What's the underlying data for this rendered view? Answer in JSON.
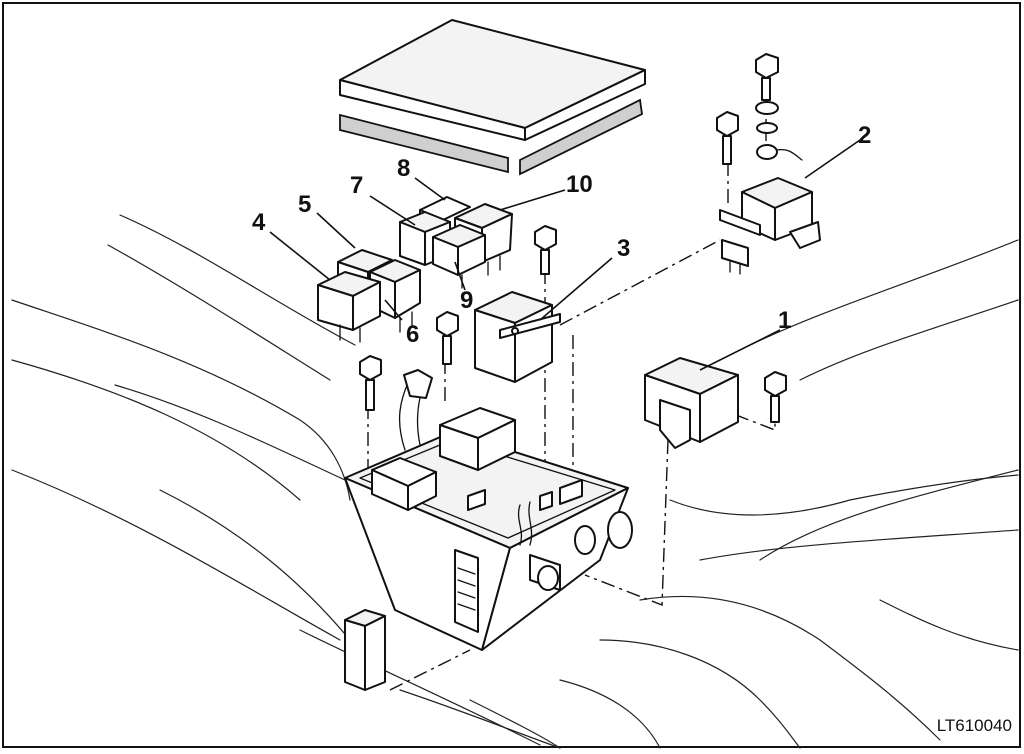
{
  "figure": {
    "reference_code": "LT610040",
    "callouts": [
      "1",
      "2",
      "3",
      "4",
      "5",
      "6",
      "7",
      "8",
      "9",
      "10"
    ]
  }
}
